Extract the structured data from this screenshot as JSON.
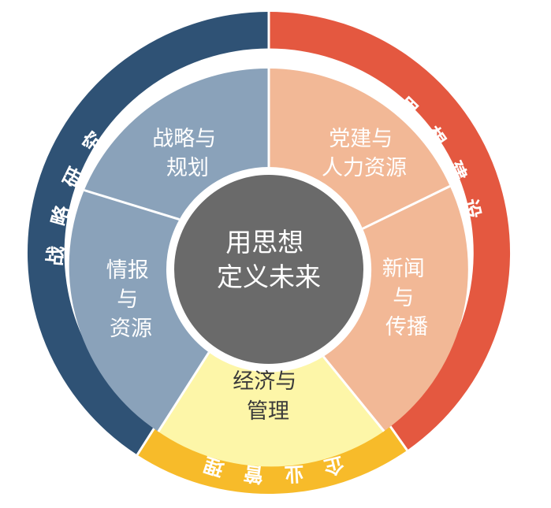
{
  "diagram": {
    "center": {
      "lines": [
        "用思想",
        "定义未来"
      ],
      "color": "#6a6a6a"
    },
    "outer_ring": [
      {
        "label": "战略研究",
        "color": "#2f5275"
      },
      {
        "label": "思想建设",
        "color": "#e45840"
      },
      {
        "label": "企业管理",
        "color": "#f7bb2a"
      }
    ],
    "inner_sectors": [
      {
        "lines": [
          "战略与",
          "规划"
        ],
        "color": "#8aa2ba"
      },
      {
        "lines": [
          "党建与",
          "人力资源"
        ],
        "color": "#f2b896"
      },
      {
        "lines": [
          "新闻",
          "与",
          "传播"
        ],
        "color": "#f2b896"
      },
      {
        "lines": [
          "经济与",
          "管理"
        ],
        "color": "#fdf6a8"
      },
      {
        "lines": [
          "情报",
          "与",
          "资源"
        ],
        "color": "#8aa2ba"
      }
    ]
  }
}
